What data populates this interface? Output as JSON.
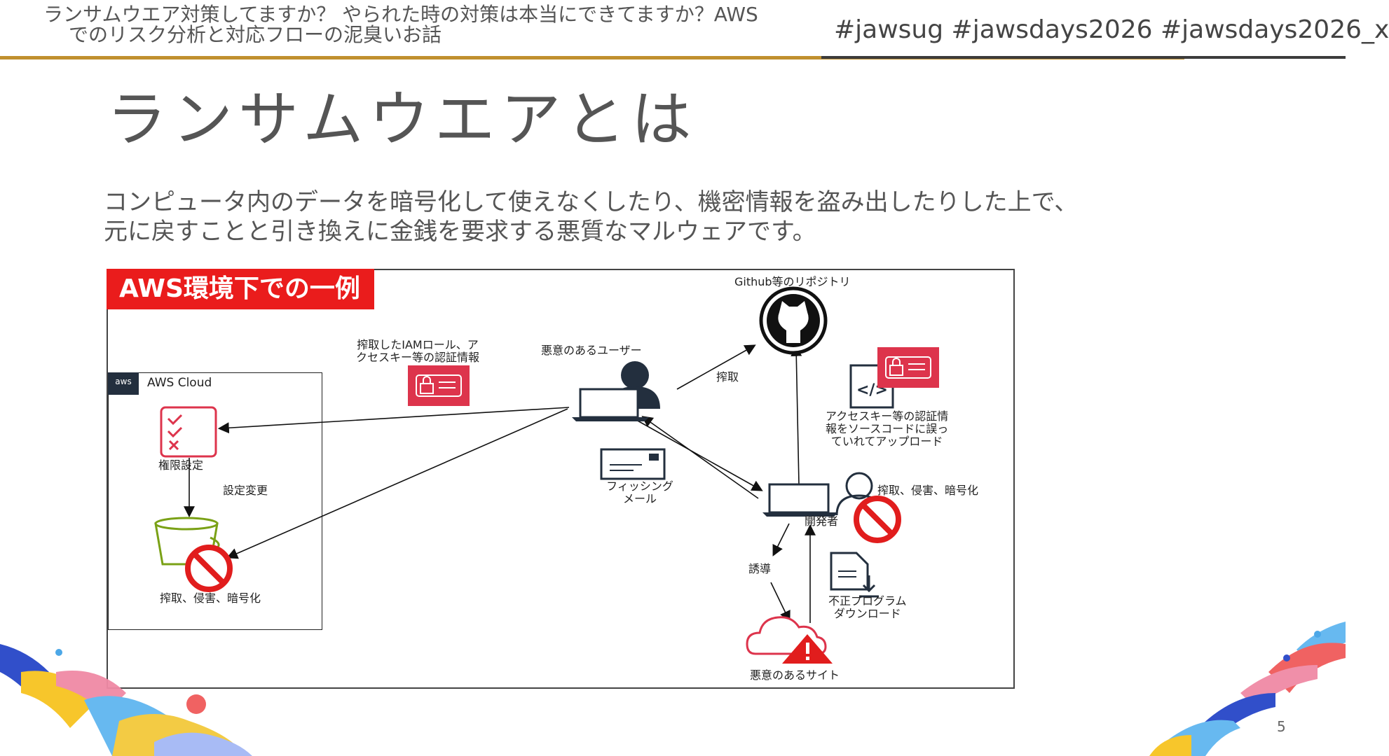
{
  "header": {
    "title_line1": "ランサムウエア対策してますか？ やられた時の対策は本当にできてますか？AWS",
    "title_line2": "でのリスク分析と対応フローの泥臭いお話",
    "hashtags": "#jawsug #jawsdays2026 #jawsdays2026_x"
  },
  "slide": {
    "title": "ランサムウエアとは",
    "description_line1": "コンピュータ内のデータを暗号化して使えなくしたり、機密情報を盗み出したりした上で、",
    "description_line2": "元に戻すことと引き換えに金銭を要求する悪質なマルウェアです。",
    "page_number": "5"
  },
  "diagram": {
    "banner": "AWS環境下での一例",
    "aws_cloud": "AWS Cloud",
    "aws_logo": "aws",
    "permission": "権限設定",
    "config_change": "設定変更",
    "bucket_impact": "搾取、侵害、暗号化",
    "stolen_creds_l1": "搾取したIAMロール、ア",
    "stolen_creds_l2": "クセスキー等の認証情報",
    "malicious_user": "悪意のあるユーザー",
    "steal": "搾取",
    "github": "Github等のリポジトリ",
    "code_icon_text": "</>",
    "leak_l1": "アクセスキー等の認証情",
    "leak_l2": "報をソースコードに誤っ",
    "leak_l3": "ていれてアップロード",
    "phishing_l1": "フィッシング",
    "phishing_l2": "メール",
    "developer": "開発者",
    "dev_impact": "搾取、侵害、暗号化",
    "lure": "誘導",
    "malware_l1": "不正プログラム",
    "malware_l2": "ダウンロード",
    "malicious_site": "悪意のあるサイト"
  },
  "colors": {
    "accent_red": "#ea1c1c",
    "gold_rule": "#c0902e",
    "bucket_green": "#7aa116",
    "icon_red": "#dd344c"
  }
}
